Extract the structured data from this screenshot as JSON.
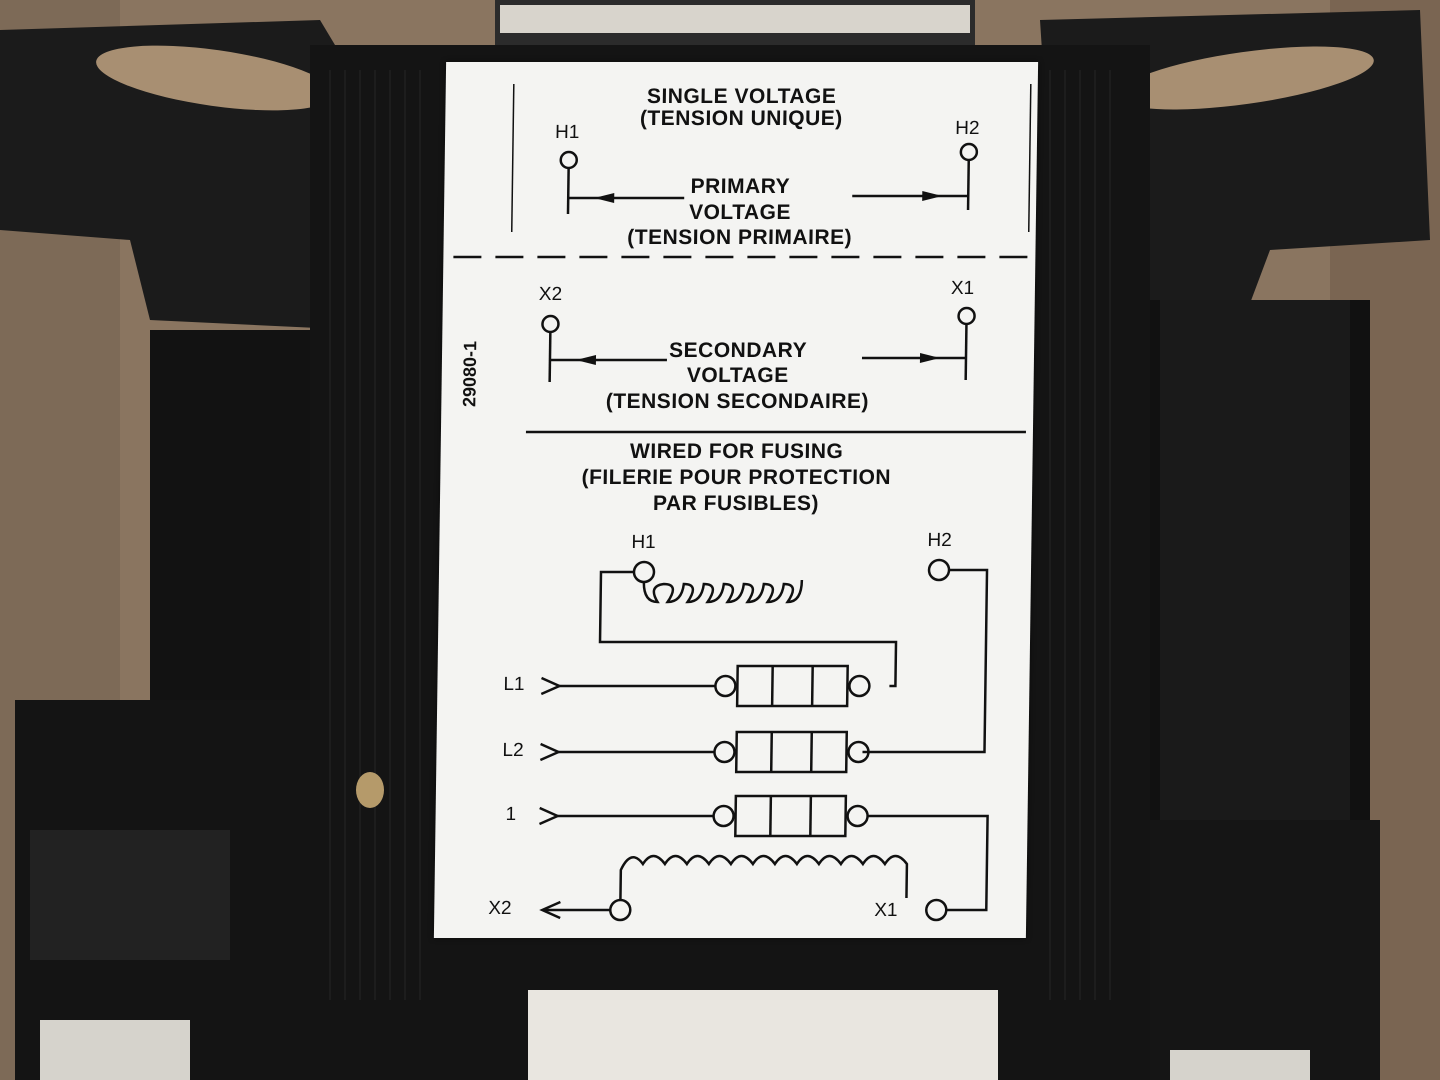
{
  "label": {
    "single_voltage": {
      "title": "SINGLE VOLTAGE",
      "title_fr": "(TENSION UNIQUE)"
    },
    "primary": {
      "left_terminal": "H1",
      "right_terminal": "H2",
      "line1": "PRIMARY",
      "line2": "VOLTAGE",
      "line3": "(TENSION PRIMAIRE)"
    },
    "secondary": {
      "left_terminal": "X2",
      "right_terminal": "X1",
      "line1": "SECONDARY",
      "line2": "VOLTAGE",
      "line3": "(TENSION SECONDAIRE)"
    },
    "part_code": "29080-1",
    "fusing": {
      "line1": "WIRED FOR FUSING",
      "line2": "(FILERIE POUR PROTECTION",
      "line3": "PAR FUSIBLES)",
      "top_left_terminal": "H1",
      "top_right_terminal": "H2",
      "input_l1": "L1",
      "input_l2": "L2",
      "input_1": "1",
      "output_left": "X2",
      "output_right": "X1"
    }
  },
  "colors": {
    "label_background": "#f4f4f2",
    "ink": "#111111",
    "transformer_body": "#141414",
    "background_wood": "#8a7560"
  }
}
